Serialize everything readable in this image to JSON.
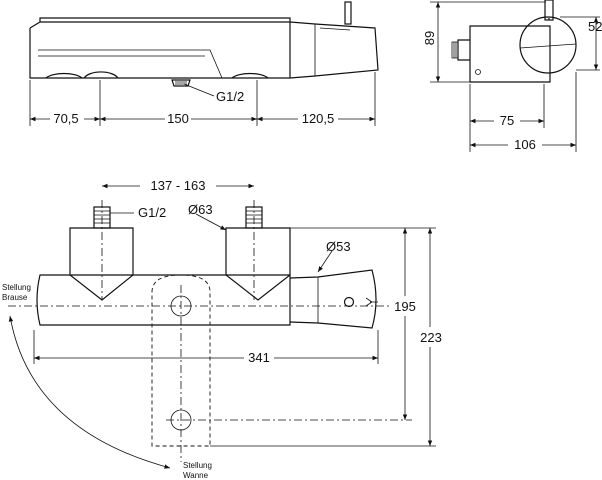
{
  "top_view": {
    "dims": [
      "70,5",
      "150",
      "120,5"
    ],
    "thread_label": "G1/2"
  },
  "side_view": {
    "height_total": "89",
    "height_part": "52",
    "width_part": "75",
    "width_total": "106"
  },
  "front_view": {
    "spacing": "137 - 163",
    "thread_label": "G1/2",
    "diameter_large": "Ø63",
    "diameter_small": "Ø53",
    "length": "341",
    "height_a": "195",
    "height_b": "223",
    "label_shower": [
      "Stellung",
      "Brause"
    ],
    "label_tub": [
      "Stellung",
      "Wanne"
    ]
  }
}
